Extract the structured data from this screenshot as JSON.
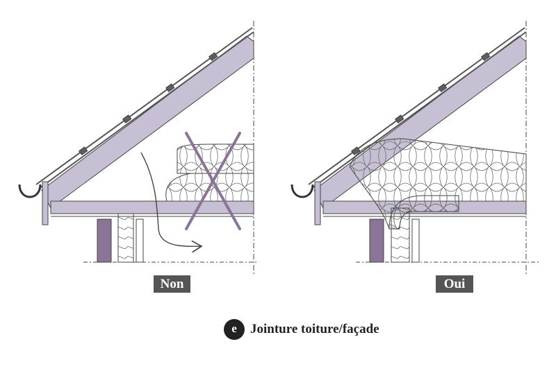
{
  "labels": {
    "wrong": "Non",
    "correct": "Oui"
  },
  "caption": {
    "badge": "e",
    "text": "Jointure toiture/façade"
  },
  "colors": {
    "purple_fill": "#c7bfd3",
    "cross": "#8a7498",
    "wall": "#8a7498",
    "roof_tiles": "#5e5e5e",
    "label_bg": "#555555"
  }
}
